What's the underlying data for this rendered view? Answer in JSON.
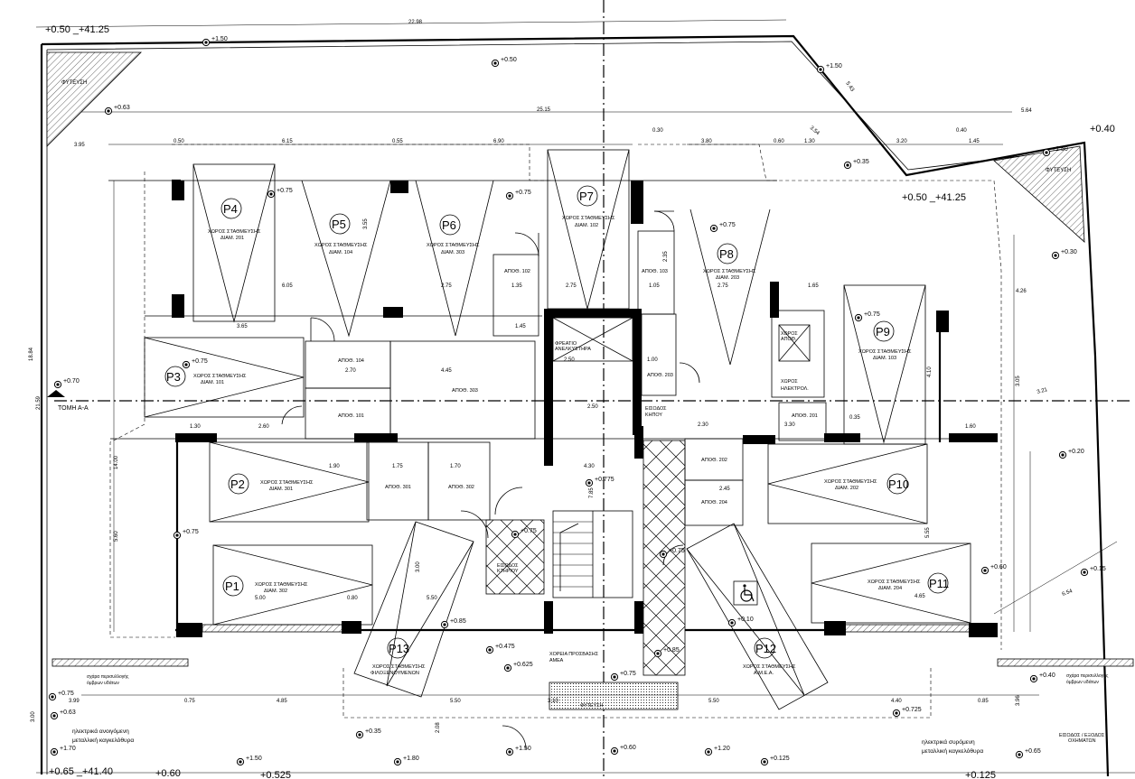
{
  "drawing": {
    "parking_spaces": [
      {
        "code": "P1",
        "label": "ΧΩΡΟΣ ΣΤΑΘΜΕΥΣΗΣ",
        "owner": "ΔΙΑΜ. 302"
      },
      {
        "code": "P2",
        "label": "ΧΩΡΟΣ ΣΤΑΘΜΕΥΣΗΣ",
        "owner": "ΔΙΑΜ. 301"
      },
      {
        "code": "P3",
        "label": "ΧΩΡΟΣ ΣΤΑΘΜΕΥΣΗΣ",
        "owner": "ΔΙΑΜ. 101"
      },
      {
        "code": "P4",
        "label": "ΧΩΡΟΣ ΣΤΑΘΜΕΥΣΗΣ",
        "owner": "ΔΙΑΜ. 201"
      },
      {
        "code": "P5",
        "label": "ΧΩΡΟΣ ΣΤΑΘΜΕΥΣΗΣ",
        "owner": "ΔΙΑΜ. 104"
      },
      {
        "code": "P6",
        "label": "ΧΩΡΟΣ ΣΤΑΘΜΕΥΣΗΣ",
        "owner": "ΔΙΑΜ. 303"
      },
      {
        "code": "P7",
        "label": "ΧΩΡΟΣ ΣΤΑΘΜΕΥΣΗΣ",
        "owner": "ΔΙΑΜ. 102"
      },
      {
        "code": "P8",
        "label": "ΧΩΡΟΣ ΣΤΑΘΜΕΥΣΗΣ",
        "owner": "ΔΙΑΜ. 203"
      },
      {
        "code": "P9",
        "label": "ΧΩΡΟΣ ΣΤΑΘΜΕΥΣΗΣ",
        "owner": "ΔΙΑΜ. 103"
      },
      {
        "code": "P10",
        "label": "ΧΩΡΟΣ ΣΤΑΘΜΕΥΣΗΣ",
        "owner": "ΔΙΑΜ. 202"
      },
      {
        "code": "P11",
        "label": "ΧΩΡΟΣ ΣΤΑΘΜΕΥΣΗΣ",
        "owner": "ΔΙΑΜ. 204"
      },
      {
        "code": "P12",
        "label": "ΧΩΡΟΣ ΣΤΑΘΜΕΥΣΗΣ",
        "owner": "Α.Μ.Ε.Α."
      },
      {
        "code": "P13",
        "label": "ΧΩΡΟΣ ΣΤΑΘΜΕΥΣΗΣ",
        "owner": "ΦΙΛΟΞΕΝΟΥΜΕΝΩΝ"
      }
    ],
    "storage": [
      "ΑΠΟΘ. 104",
      "ΑΠΟΘ. 101",
      "ΑΠΟΘ. 303",
      "ΑΠΟΘ. 102",
      "ΑΠΟΘ. 103",
      "ΑΠΟΘ. 203",
      "ΑΠΟΘ. 201",
      "ΑΠΟΘ. 202",
      "ΑΠΟΘ. 204",
      "ΑΠΟΘ. 301",
      "ΑΠΟΘ. 302"
    ],
    "rooms": {
      "lift_line1": "ΦΡΕΑΤΙΟ",
      "lift_line2": "ΑΝΕΛΚΥΣΤΗΡΑ",
      "entrance_line1": "ΕΙΣΟΔΟΣ",
      "entrance_line2": "ΚΤΗΡΙΟΥ",
      "electric_line1": "ΧΩΡΟΣ",
      "electric_line2": "ΗΛΕΚΤΡΟΛ.",
      "water_line1": "ΧΩΡΟΣ",
      "water_line2": "ΑΠΟΘ.",
      "entrance2_line1": "ΕΙΣΟΔΟΣ",
      "entrance2_line2": "ΚΗΠΟΥ",
      "garden": "ΦΥΤΕΥΣΗ",
      "hall_line1": "ΧΟΡΕΙΑ ΠΡΟΣΒΑΣΗΣ",
      "hall_line2": "ΑΜΕΑ"
    },
    "planting": [
      "ΦΥΤΕΥΣΗ",
      "ΦΥΤΕΥΣΗ"
    ],
    "notes": {
      "gate_left_line1": "ηλεκτρικά ανοιγόμενη",
      "gate_left_line2": "μεταλλική καγκελόθυρα",
      "gate_right_line1": "ηλεκτρικά συρόμενη",
      "gate_right_line2": "μεταλλική καγκελόθυρα",
      "grille_left_line1": "σχάρα περισυλλογής",
      "grille_left_line2": "όμβρων υδάτων",
      "grille_right_line1": "σχάρα περισυλλογής",
      "grille_right_line2": "όμβρων υδάτων",
      "vehicle_entry_line1": "ΕΙΣΟΔΟΣ / ΕΞΟΔΟΣ",
      "vehicle_entry_line2": "ΟΧΗΜΑΤΩΝ",
      "section": "ΤΟΜΗ Α-Α"
    },
    "levels": {
      "top_left": "+0.50 _+41.25",
      "right": "+0.50 _+41.25",
      "bottom_left": "+0.65 _+41.40",
      "bottom_b": "+0.60",
      "bottom_c": "+0.525",
      "bottom_d": "+0.125",
      "right_top": "+0.40"
    },
    "spot_levels": [
      "+1.50",
      "+0.50",
      "+1.50",
      "+0.63",
      "+0.35",
      "+1.50",
      "+0.75",
      "+0.75",
      "+0.75",
      "+0.30",
      "+0.75",
      "+0.70",
      "+0.20",
      "+0.75",
      "+0.75",
      "+0.15",
      "+0.60",
      "+0.775",
      "+0.75",
      "+0.75",
      "+0.85",
      "+0.475",
      "+0.625",
      "+0.85",
      "+0.75",
      "+0.10",
      "+0.40",
      "+0.725",
      "+0.35",
      "+1.50",
      "+0.60",
      "+1.20",
      "+0.125",
      "+0.65",
      "+1.70",
      "+1.50",
      "+1.80",
      "+0.63",
      "+0.75"
    ],
    "dimensions": {
      "top_total": "22.98",
      "d25_15": "25.15",
      "d6_15": "6.15",
      "d6_90": "6.90",
      "d3_95": "3.95",
      "d0_50": "0.50",
      "d0_55": "0.55",
      "d0_30": "0.30",
      "d3_80": "3.80",
      "d0_60": "0.60",
      "d1_30": "1.30",
      "d3_20": "3.20",
      "d1_45": "1.45",
      "d0_40": "0.40",
      "d5_64": "5.64",
      "d5_43": "5.43",
      "d3_54": "3.54",
      "d6_05": "6.05",
      "d2_75a": "2.75",
      "d1_35": "1.35",
      "d2_75b": "2.75",
      "d1_05": "1.05",
      "d2_75c": "2.75",
      "d1_65": "1.65",
      "d4_26": "4.26",
      "d3_65": "3.65",
      "d1_45b": "1.45",
      "d2_70": "2.70",
      "d4_45": "4.45",
      "d2_50": "2.50",
      "d1_00": "1.00",
      "d1_30b": "1.30",
      "d2_60": "2.60",
      "d2_50b": "2.50",
      "d2_30": "2.30",
      "d3_30": "3.30",
      "d0_35": "0.35",
      "d1_60": "1.60",
      "d1_90": "1.90",
      "d1_75": "1.75",
      "d1_70": "1.70",
      "d4_30": "4.30",
      "d2_45": "2.45",
      "d5_00": "5.00",
      "d0_80": "0.80",
      "d5_50": "5.50",
      "d4_65": "4.65",
      "d6_54": "6.54",
      "d3_99": "3.99",
      "d0_75": "0.75",
      "d4_85": "4.85",
      "d5_50b": "5.50",
      "d3_10": "3.10",
      "d5_50c": "5.50",
      "d4_40": "4.40",
      "d0_85": "0.85",
      "d3_21": "3.21",
      "v14_00": "14.00",
      "v5_60": "5.60",
      "v18_84": "18.84",
      "v21_59": "21.59",
      "v3_55": "3.55",
      "v2_35": "2.35",
      "v4_10": "4.10",
      "v3_05": "3.05",
      "v5_55": "5.55",
      "v3_96": "3.96",
      "v3_00": "3.00",
      "v2_08": "2.08",
      "v3_00b": "3.00",
      "v7_85": "7.85"
    }
  }
}
